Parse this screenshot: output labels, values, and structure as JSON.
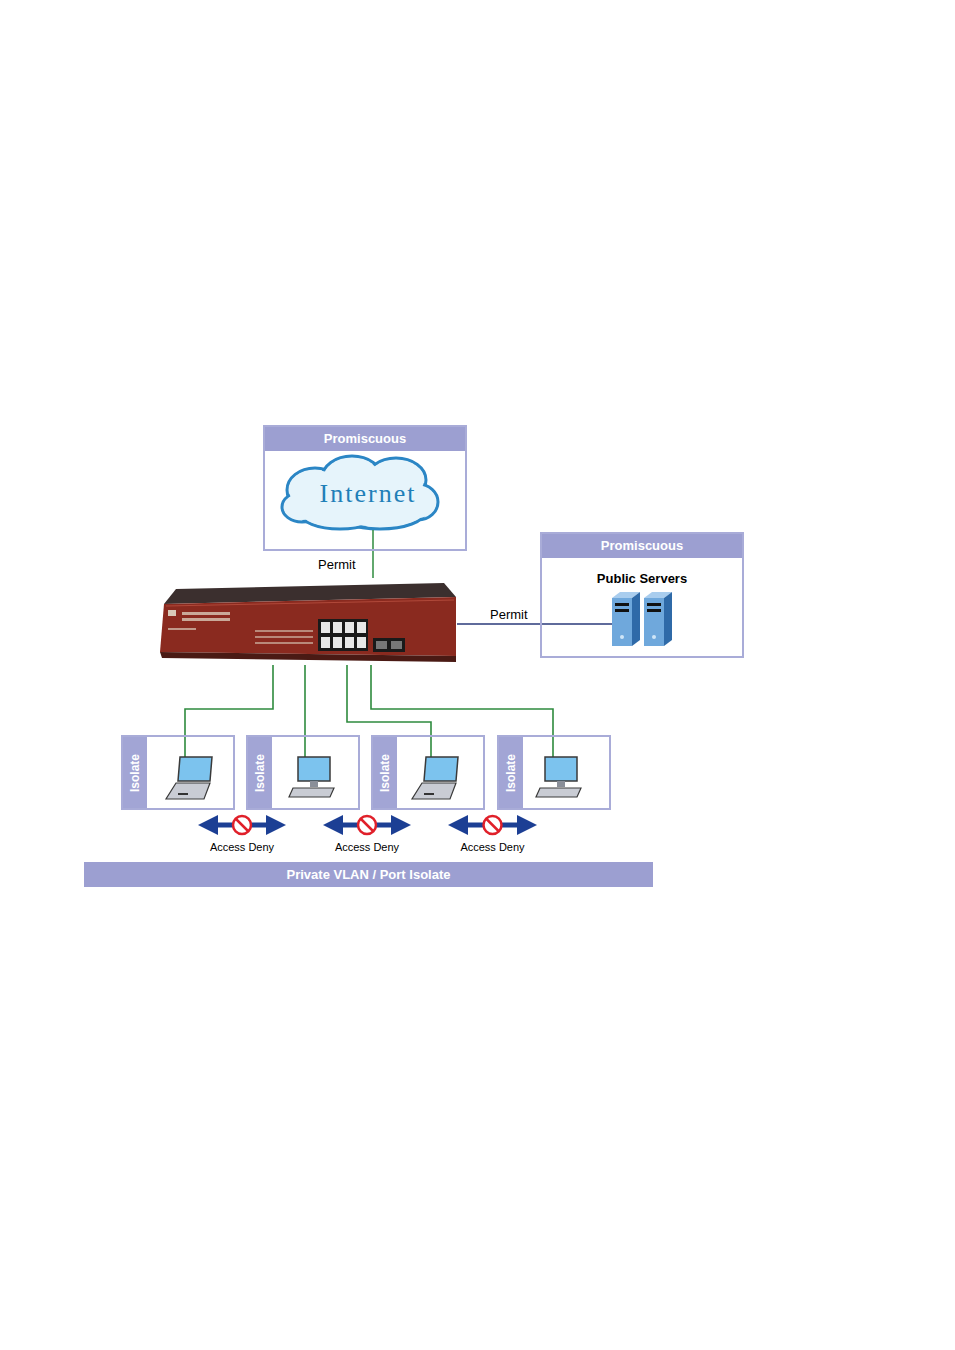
{
  "diagram": {
    "nodes": [
      {
        "text": [
          "Promiscuous"
        ]
      },
      {
        "text": [
          "Internet"
        ],
        "in": 0
      },
      {
        "text": [
          "Promiscuous",
          "Public Servers"
        ]
      },
      {
        "text": [
          "Isolate"
        ]
      },
      {
        "text": [
          "Isolate"
        ]
      },
      {
        "text": [
          "Isolate"
        ]
      },
      {
        "text": [
          "Isolate"
        ]
      },
      {
        "text": [
          "Private VLAN / Port Isolate"
        ]
      }
    ],
    "edges": [
      {
        "from": 3,
        "to": 4,
        "label": "Access Deny",
        "arrow": "both"
      },
      {
        "from": 4,
        "to": 5,
        "label": "Access Deny",
        "arrow": "both"
      },
      {
        "from": 5,
        "to": 6,
        "label": "Access Deny",
        "arrow": "both"
      }
    ],
    "labels": [
      "Permit",
      "Permit"
    ]
  }
}
